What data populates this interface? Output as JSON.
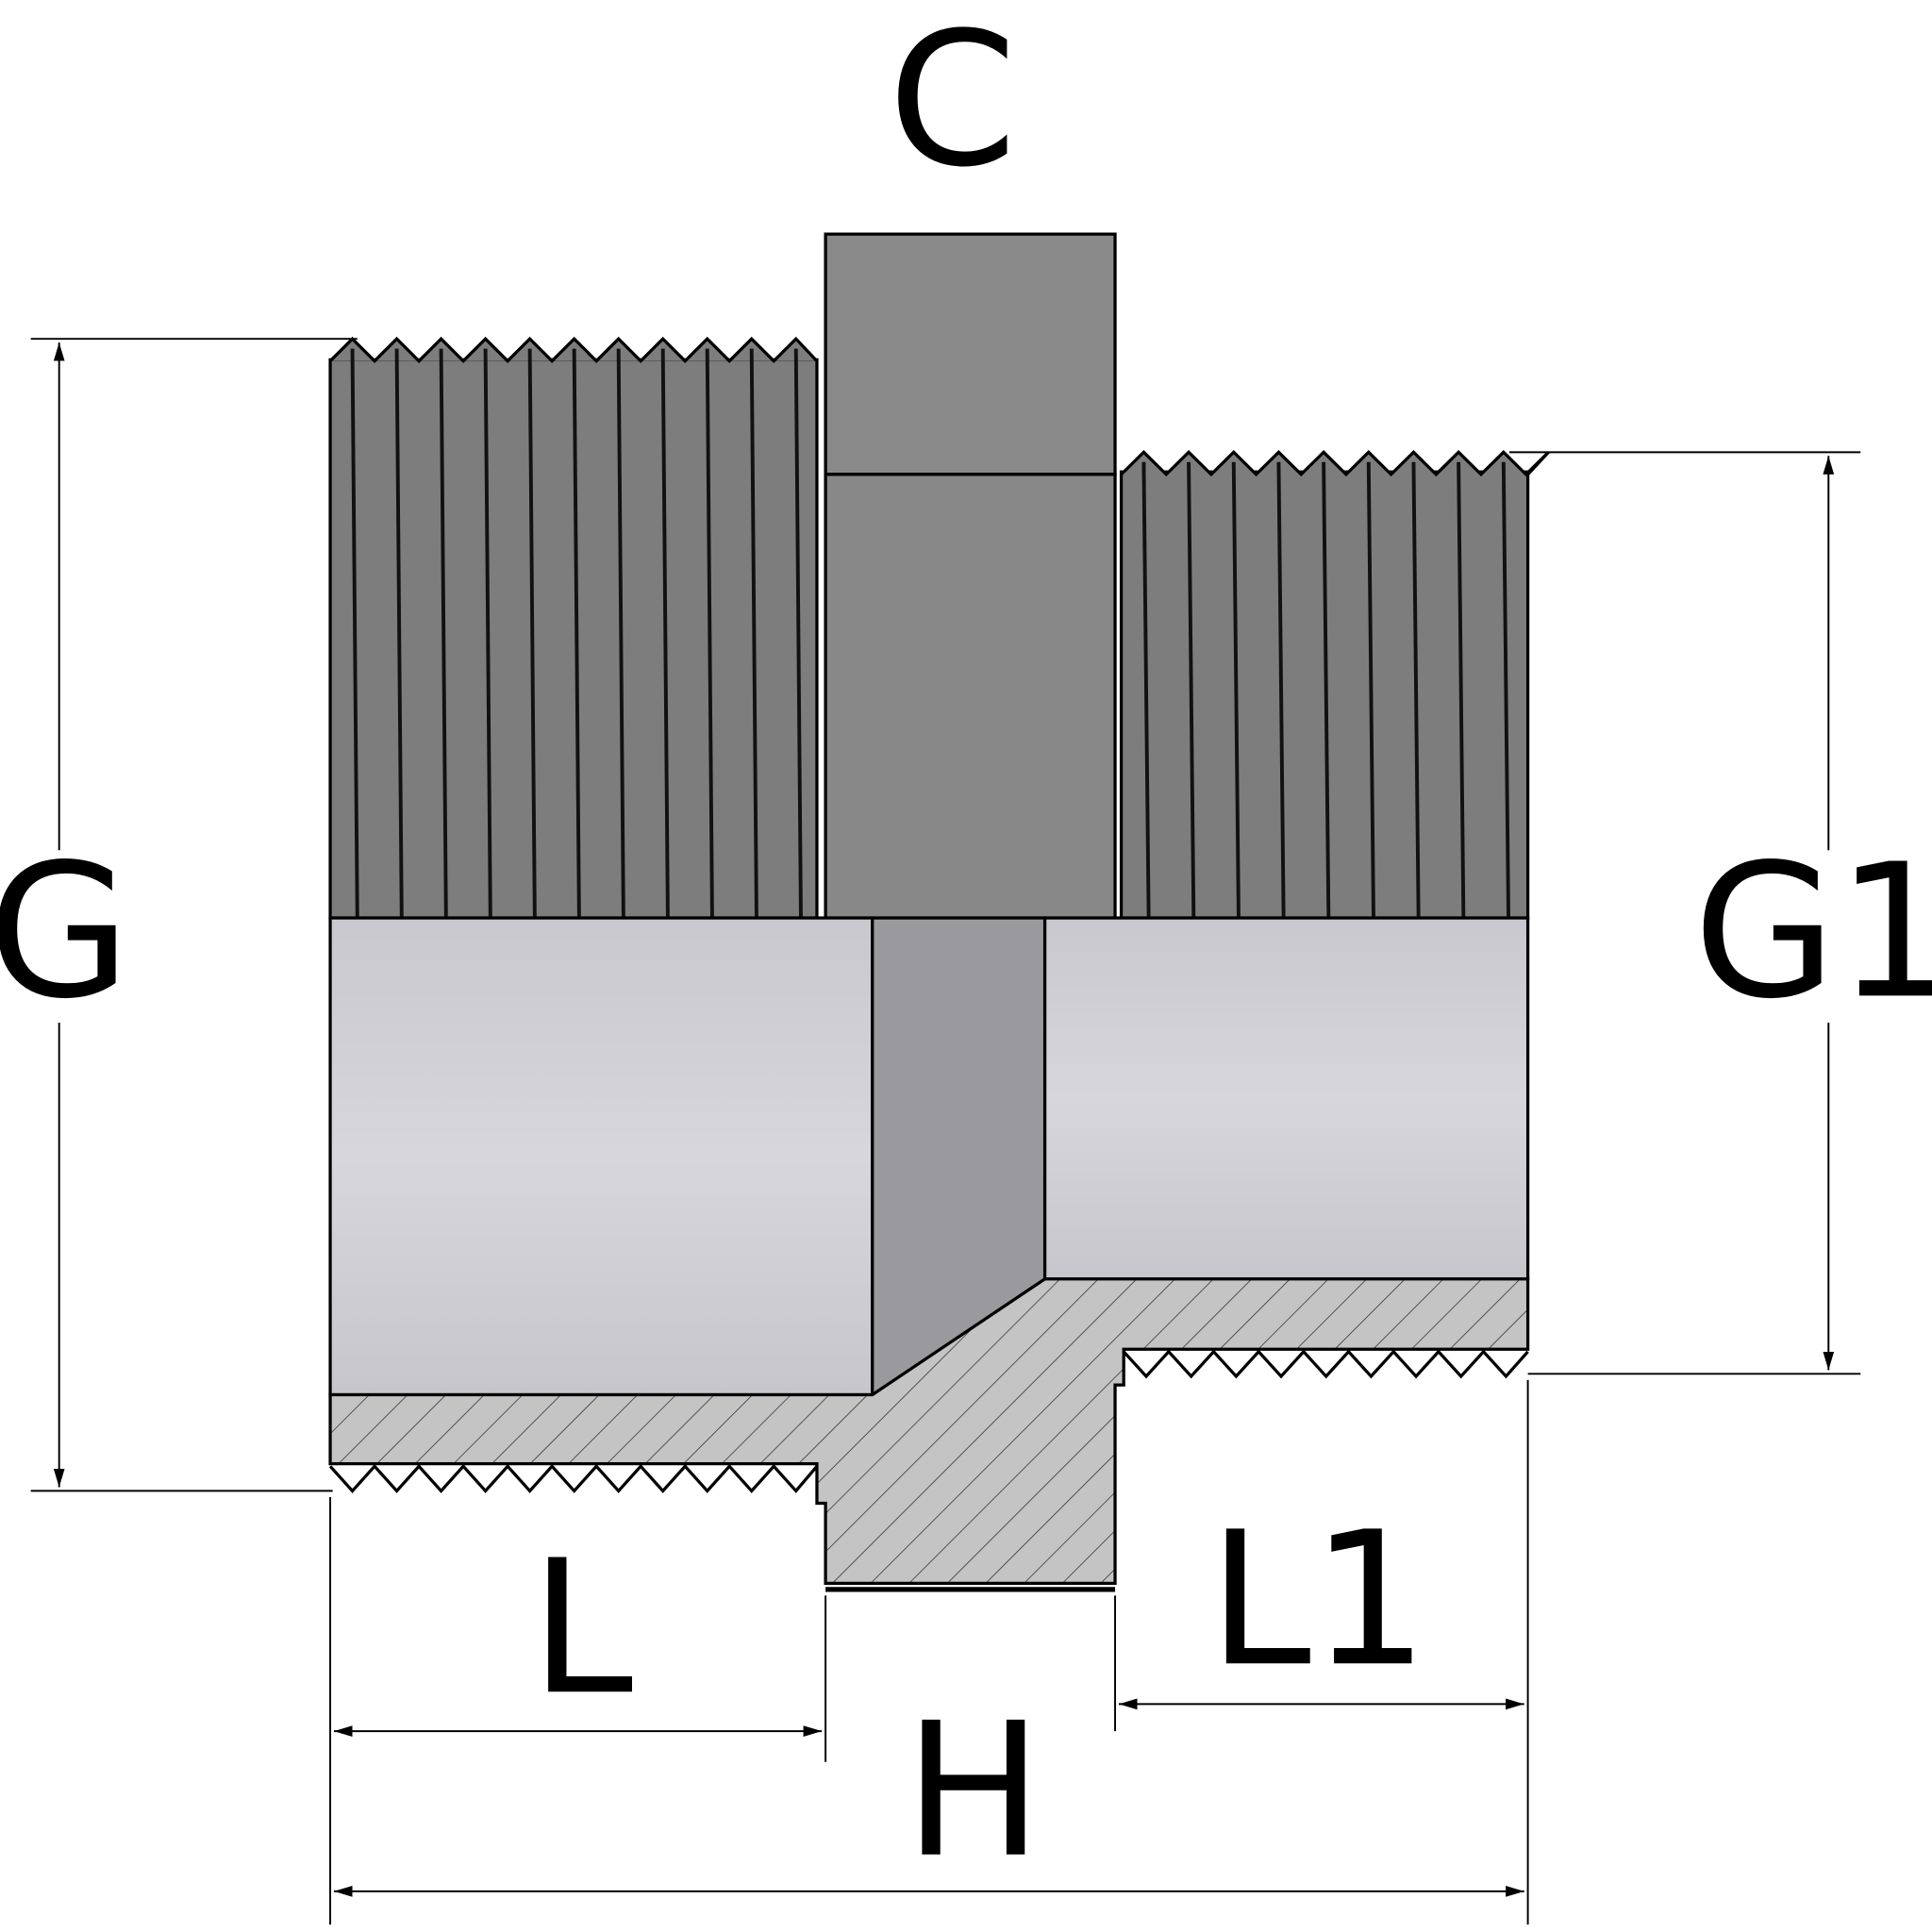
{
  "diagram": {
    "labels": {
      "hex_width": "C",
      "thread_major": "G",
      "thread_minor": "G1",
      "thread_length_major": "L",
      "thread_length_minor": "L1",
      "total_length": "H"
    },
    "colors": {
      "thread_body": "#7d7d7d",
      "hex_body": "#8a8a8a",
      "bore": "#d0d0d6",
      "bore_dark": "#9a9a9e",
      "section": "#c4c4c4",
      "line": "#000000"
    }
  }
}
